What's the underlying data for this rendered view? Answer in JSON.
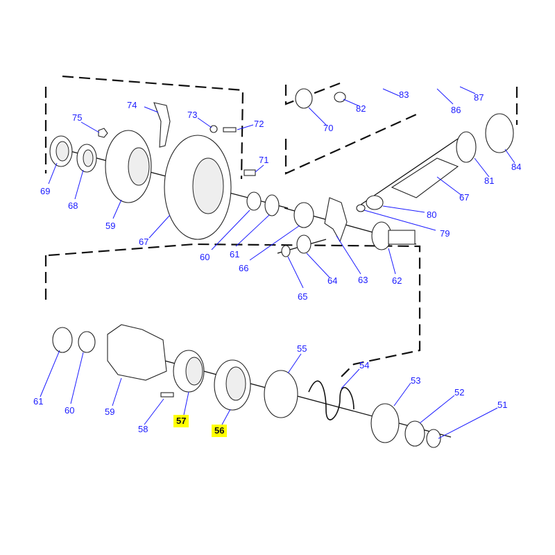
{
  "callouts": {
    "c51": "51",
    "c52": "52",
    "c53": "53",
    "c54": "54",
    "c55": "55",
    "c56": "56",
    "c57": "57",
    "c58": "58",
    "c59a": "59",
    "c60a": "60",
    "c61a": "61",
    "c62": "62",
    "c63": "63",
    "c64": "64",
    "c65": "65",
    "c66": "66",
    "c67a": "67",
    "c67b": "67",
    "c68": "68",
    "c69": "69",
    "c70": "70",
    "c71": "71",
    "c72": "72",
    "c73": "73",
    "c74": "74",
    "c75": "75",
    "c79": "79",
    "c80": "80",
    "c81": "81",
    "c82": "82",
    "c83": "83",
    "c84": "84",
    "c86": "86",
    "c87": "87",
    "c59b": "59",
    "c60b": "60",
    "c61b": "61"
  },
  "colors": {
    "callout_text": "#1a1aff",
    "highlight": "#ffff00",
    "line": "#111111"
  }
}
